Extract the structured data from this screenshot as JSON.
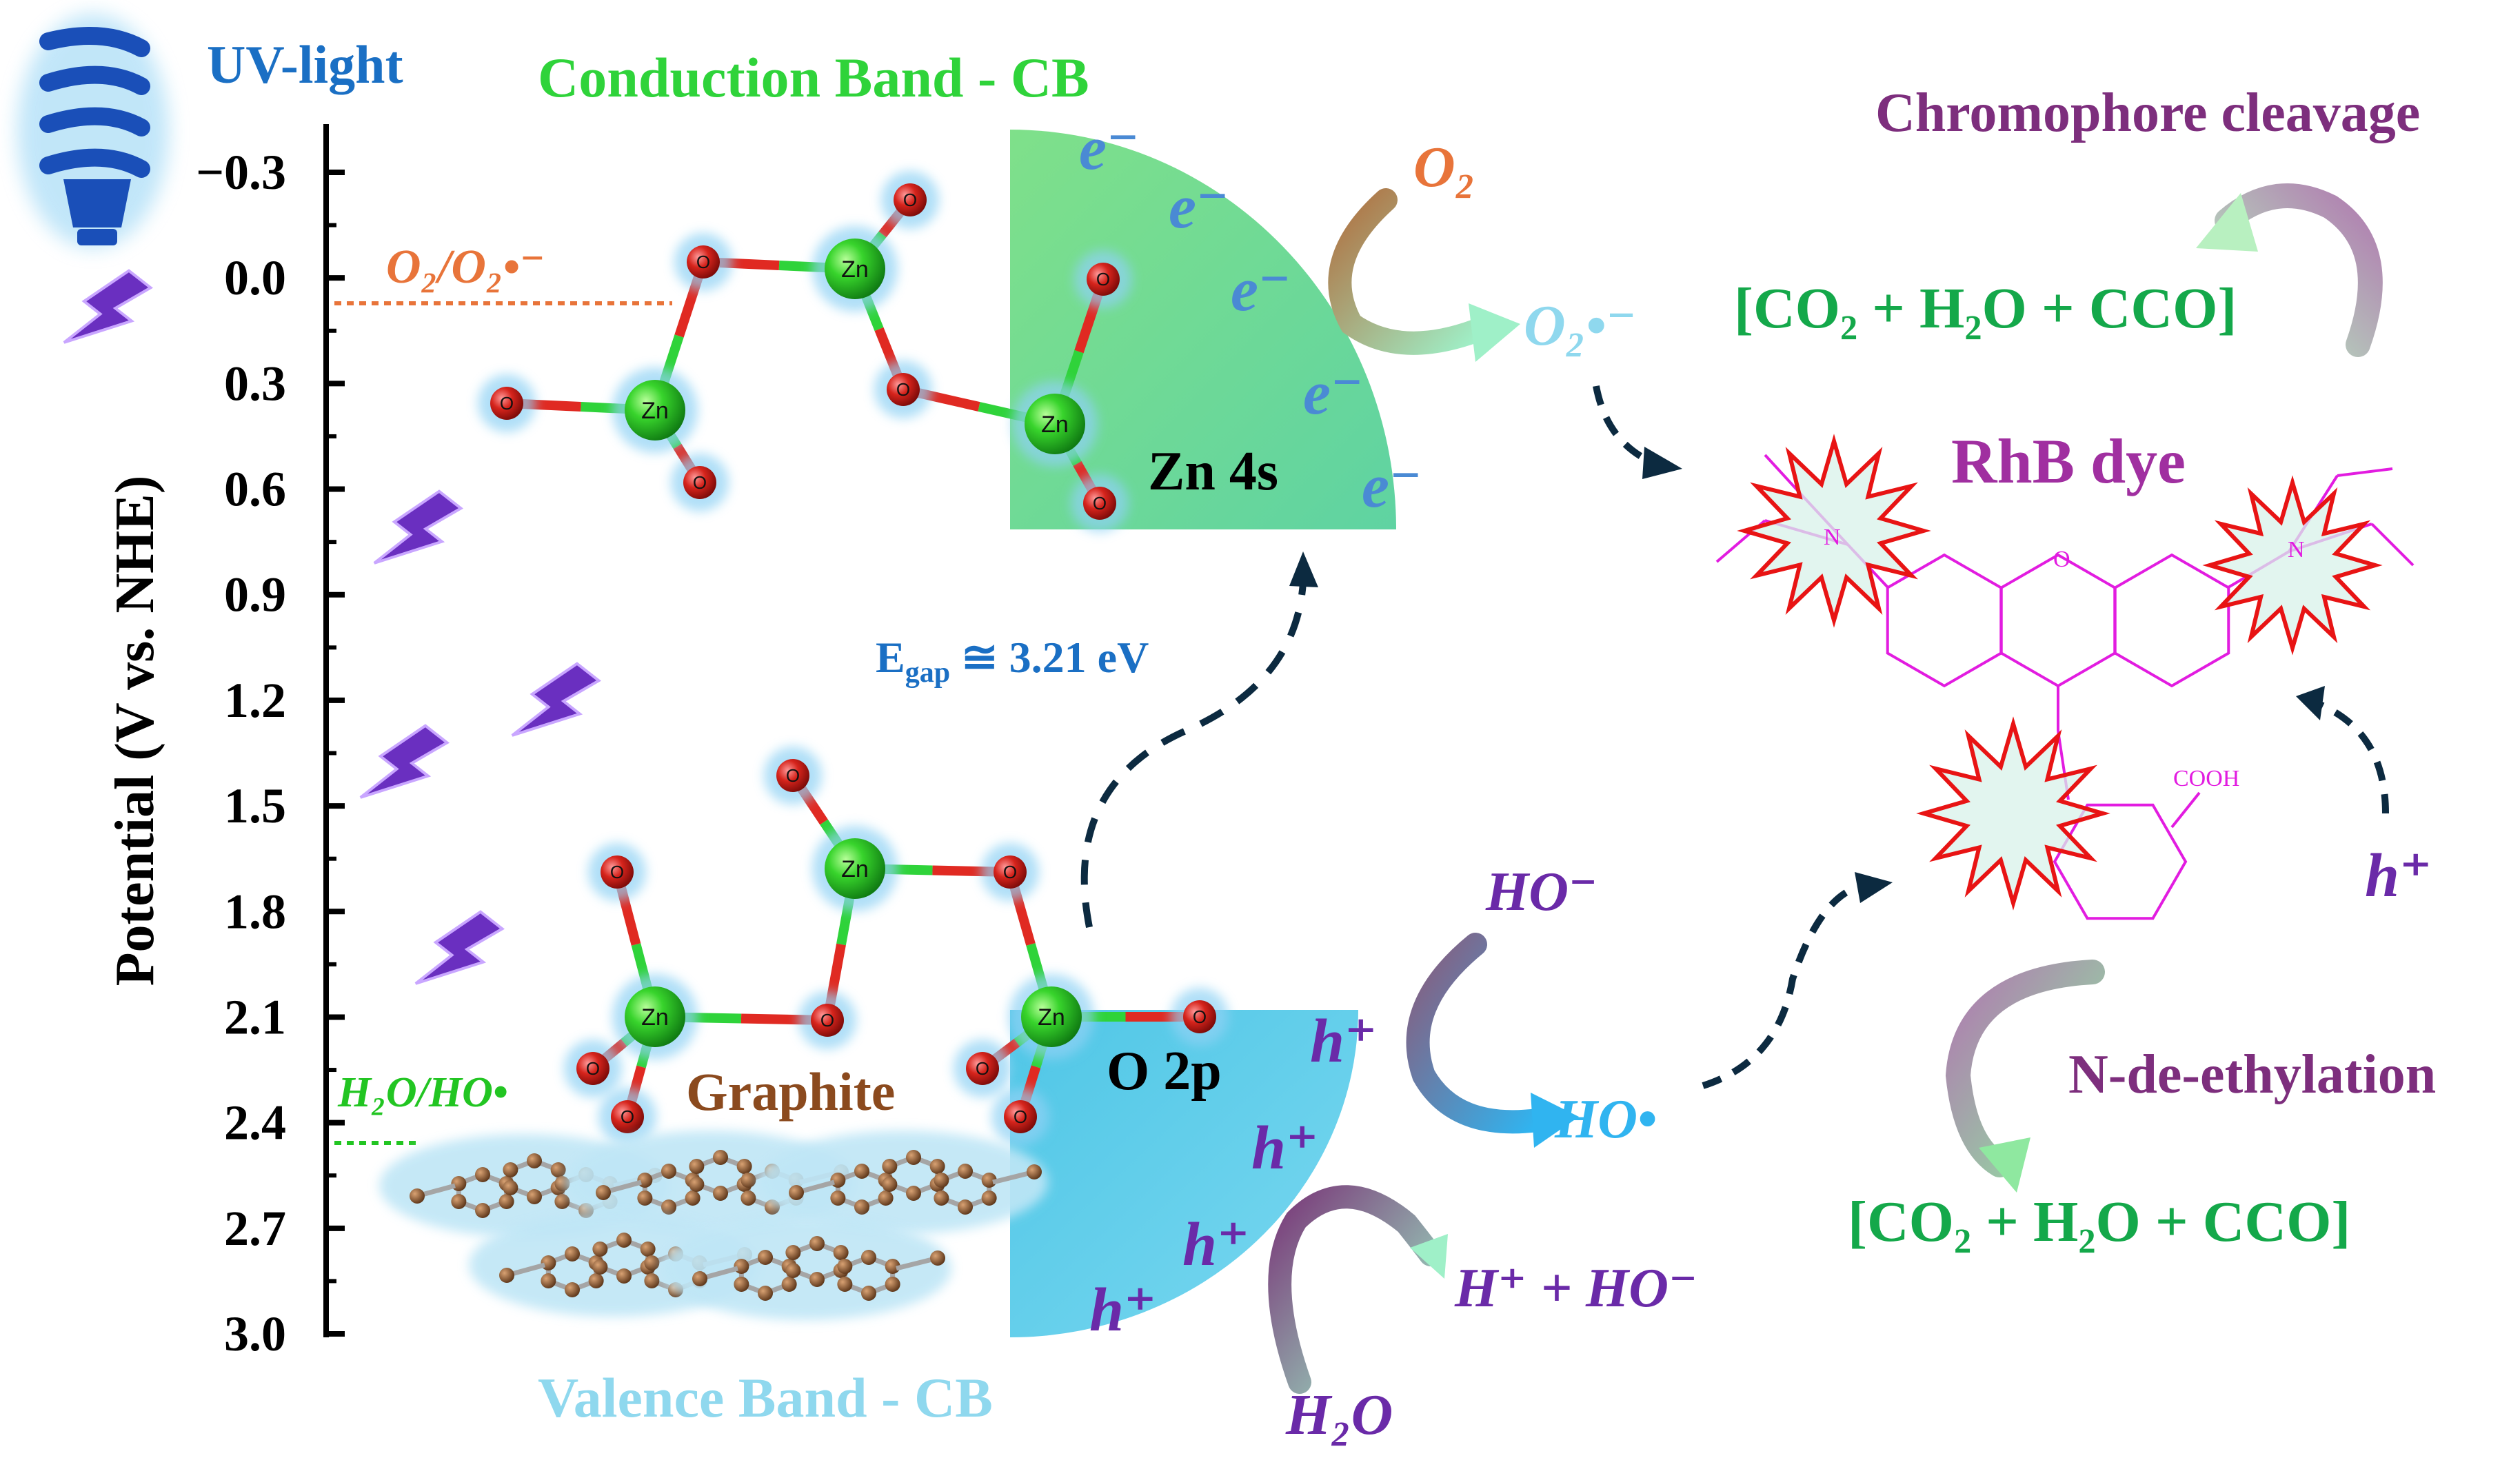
{
  "header": {
    "uv_light": "UV-light",
    "conduction_band": "Conduction Band - CB",
    "valence_band": "Valence Band - CB"
  },
  "axis": {
    "label": "Potential (V vs. NHE)",
    "ticks": [
      "−0.3",
      "0.0",
      "0.3",
      "0.6",
      "0.9",
      "1.2",
      "1.5",
      "1.8",
      "2.1",
      "2.4",
      "2.7",
      "3.0"
    ]
  },
  "couples": {
    "o2_couple": "O₂/O₂•⁻",
    "h2o_couple": "H₂O/HO•"
  },
  "bands": {
    "zn4s": "Zn 4s",
    "o2p": "O 2p",
    "egap": "E",
    "egap_sub": "gap",
    "egap_value": " ≅ 3.21 eV"
  },
  "carriers": {
    "electron": "e⁻",
    "hole": "h⁺"
  },
  "species": {
    "o2": "O₂",
    "superoxide": "O₂•⁻",
    "ho_minus": "HO⁻",
    "ho_radical": "HO•",
    "h_plus_ho": "H⁺ + HO⁻",
    "h2o": "H₂O",
    "h_plus_right": "h⁺"
  },
  "molecule": {
    "zn": "Zn",
    "o": "O",
    "graphite": "Graphite"
  },
  "products": {
    "chromophore": "Chromophore cleavage",
    "co2_top": "[CO₂ + H₂O + CCO]",
    "rhb": "RhB dye",
    "deethyl": "N-de-ethylation",
    "co2_bottom": "[CO₂ + H₂O + CCO]"
  },
  "dye": {
    "n_label": "N",
    "o_label": "O",
    "cooh": "COOH"
  },
  "colors": {
    "uv_blue": "#1a6fc4",
    "cb_green": "#2fd33a",
    "vb_lightblue": "#8fd8ee",
    "o2_orange": "#e8743a",
    "h2o_green": "#22c522",
    "purple": "#6a2aa8",
    "graphite_brown": "#8b4a1e",
    "dye_magenta": "#e21ce0",
    "rhb_purple": "#a02fa0",
    "product_green": "#14a84a",
    "label_purple": "#7d2e7d"
  }
}
